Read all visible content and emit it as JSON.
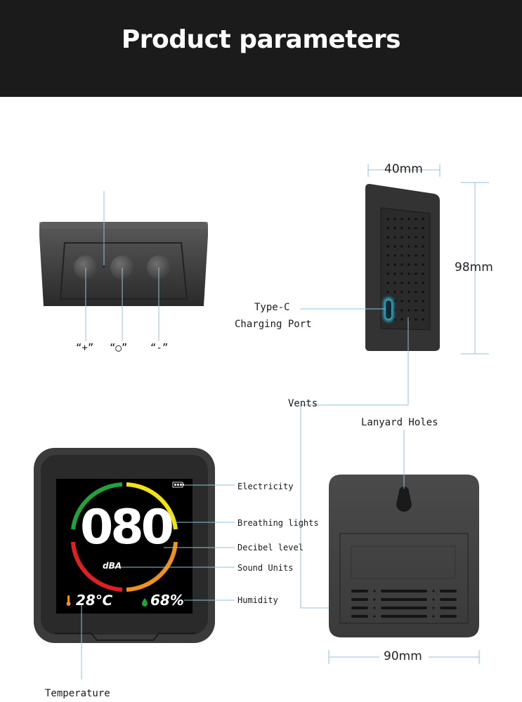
{
  "header": {
    "title": "Product parameters"
  },
  "top_view": {
    "buttons": [
      {
        "label": "“+”"
      },
      {
        "label": "“◯”"
      },
      {
        "label": "“-”"
      }
    ]
  },
  "side_view": {
    "width": "40mm",
    "height": "98mm",
    "port_label_line1": "Type-C",
    "port_label_line2": "Charging Port",
    "vents_label": "Vents"
  },
  "back_view": {
    "lanyard_label": "Lanyard Holes",
    "width": "90mm"
  },
  "front_view": {
    "display": {
      "decibel": "080",
      "unit": "dBA",
      "temperature": "28℃",
      "humidity": "68%"
    },
    "callouts": {
      "electricity": "Electricity",
      "breathing_lights": "Breathing lights",
      "decibel_level": "Decibel level",
      "sound_units": "Sound Units",
      "humidity": "Humidity",
      "temperature": "Temperature"
    }
  },
  "colors": {
    "header_bg": "#1b1b1b",
    "device_body": "#3d3d3d",
    "leader_line": "#8fc3dc",
    "ring_green": "#22a33a",
    "ring_yellow": "#f2e313",
    "ring_orange": "#f0921a",
    "ring_red": "#e02020",
    "port_glow": "#29c6e8"
  }
}
